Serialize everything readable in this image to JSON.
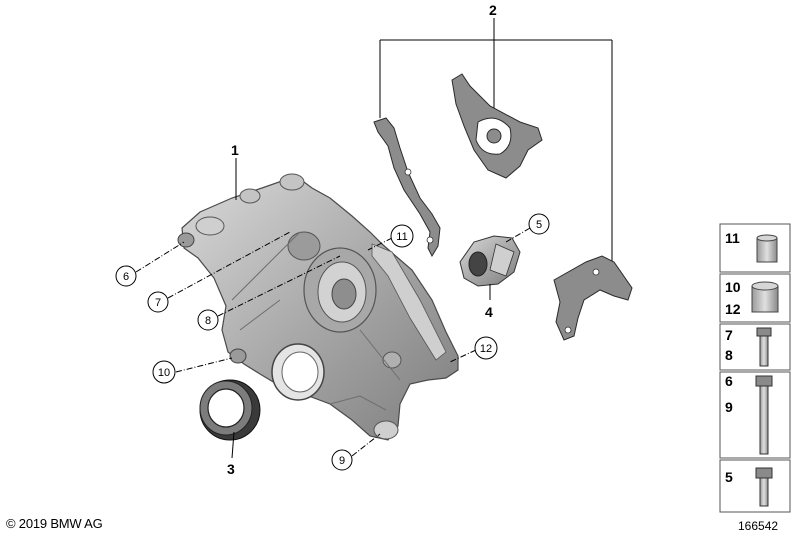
{
  "diagram": {
    "part_labels": {
      "p1": "1",
      "p2": "2",
      "p3": "3",
      "p4": "4"
    },
    "callouts": {
      "c5": "5",
      "c6": "6",
      "c7": "7",
      "c8": "8",
      "c9": "9",
      "c10": "10",
      "c11": "11",
      "c12": "12"
    },
    "legend": {
      "r1": [
        "11"
      ],
      "r2": [
        "10",
        "12"
      ],
      "r3": [
        "7",
        "8"
      ],
      "r4": [
        "6",
        "9"
      ],
      "r5": [
        "5"
      ]
    }
  },
  "footer": {
    "copyright": "© 2019 BMW AG",
    "image_id": "166542"
  },
  "colors": {
    "metal": "#b8b8b8",
    "metal_dark": "#7a7a7a",
    "gasket": "#8c8c8c",
    "line": "#000000"
  }
}
